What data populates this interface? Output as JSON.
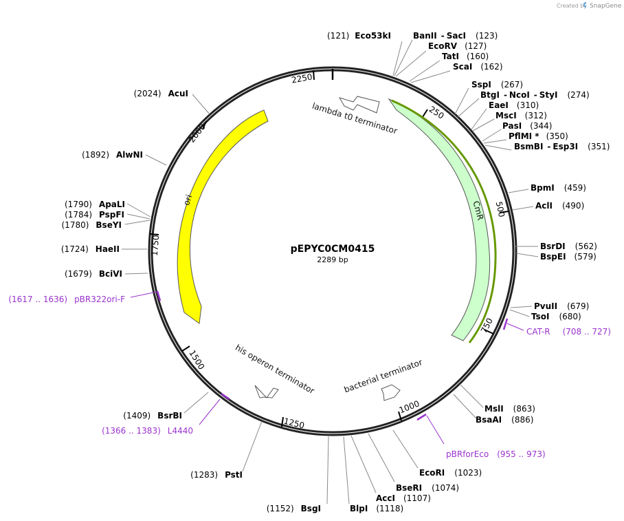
{
  "credit": {
    "prefix": "Created by",
    "brand": "SnapGene"
  },
  "plasmid": {
    "name": "pEPYC0CM0415",
    "length_label": "2289 bp"
  },
  "ticks": [
    "250",
    "500",
    "750",
    "1000",
    "1250",
    "1500",
    "1750",
    "2000",
    "2250"
  ],
  "features": {
    "lambda": "lambda t0 terminator",
    "cmr": "CmR",
    "ori": "ori",
    "his": "his operon terminator",
    "bact": "bacterial terminator"
  },
  "sites": [
    {
      "pos": "(121)",
      "name": "Eco53kI"
    },
    {
      "name": "BanII",
      "sep": "-",
      "name2": "SacI",
      "pos": "(123)"
    },
    {
      "name": "EcoRV",
      "pos": "(127)"
    },
    {
      "name": "TatI",
      "pos": "(160)"
    },
    {
      "name": "ScaI",
      "pos": "(162)"
    },
    {
      "name": "SspI",
      "pos": "(267)"
    },
    {
      "name": "BtgI",
      "sep": "-",
      "name2": "NcoI",
      "sep2": "-",
      "name3": "StyI",
      "pos": "(274)"
    },
    {
      "name": "EaeI",
      "pos": "(310)"
    },
    {
      "name": "MscI",
      "pos": "(312)"
    },
    {
      "name": "PasI",
      "pos": "(344)"
    },
    {
      "name": "PflMI *",
      "pos": "(350)"
    },
    {
      "name": "BsmBI",
      "sep": "-",
      "name2": "Esp3I",
      "pos": "(351)"
    },
    {
      "name": "BpmI",
      "pos": "(459)"
    },
    {
      "name": "AclI",
      "pos": "(490)"
    },
    {
      "name": "BsrDI",
      "pos": "(562)"
    },
    {
      "name": "BspEI",
      "pos": "(579)"
    },
    {
      "name": "PvuII",
      "pos": "(679)"
    },
    {
      "name": "TsoI",
      "pos": "(680)"
    },
    {
      "name": "MslI",
      "pos": "(863)"
    },
    {
      "name": "BsaAI",
      "pos": "(886)"
    },
    {
      "name": "EcoRI",
      "pos": "(1023)"
    },
    {
      "name": "BseRI",
      "pos": "(1074)"
    },
    {
      "name": "AccI",
      "pos": "(1107)"
    },
    {
      "name": "BlpI",
      "pos": "(1118)"
    },
    {
      "pos": "(1152)",
      "name": "BsgI"
    },
    {
      "pos": "(1283)",
      "name": "PstI"
    },
    {
      "pos": "(1409)",
      "name": "BsrBI"
    },
    {
      "pos": "(1679)",
      "name": "BciVI"
    },
    {
      "pos": "(1724)",
      "name": "HaeII"
    },
    {
      "pos": "(1780)",
      "name": "BseYI"
    },
    {
      "pos": "(1784)",
      "name": "PspFI"
    },
    {
      "pos": "(1790)",
      "name": "ApaLI"
    },
    {
      "pos": "(1892)",
      "name": "AlwNI"
    },
    {
      "pos": "(2024)",
      "name": "AcuI"
    }
  ],
  "primers": [
    {
      "name": "CAT-R",
      "pos": "(708 .. 727)"
    },
    {
      "name": "pBRforEco",
      "pos": "(955 .. 973)"
    },
    {
      "pos": "(1366 .. 1383)",
      "name": "L4440"
    },
    {
      "pos": "(1617 .. 1636)",
      "name": "pBR322ori-F"
    }
  ],
  "colors": {
    "ori": "#ffff00",
    "cmr": "#ccffcc",
    "cmr_primer": "#669900",
    "primer": "#9933cc",
    "backbone": "#222222"
  }
}
